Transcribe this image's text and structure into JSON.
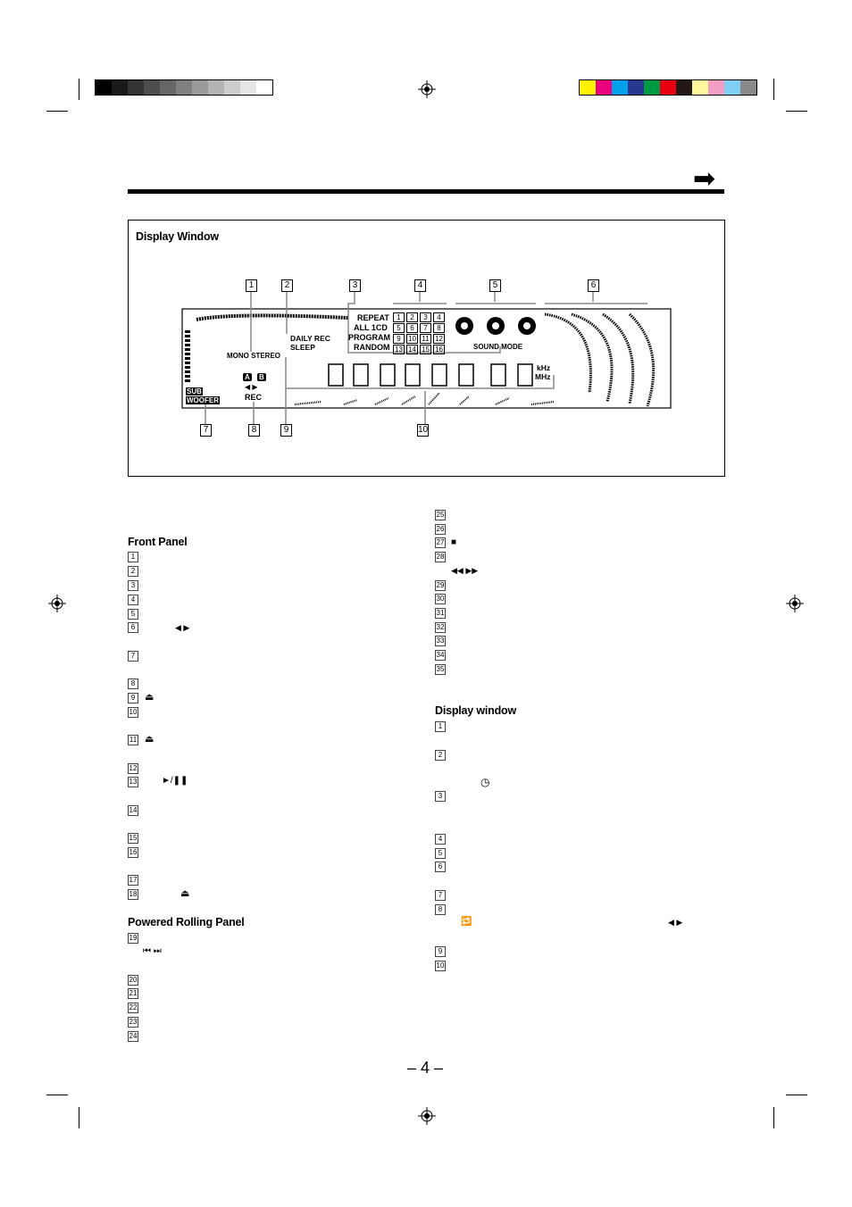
{
  "page_number": "– 4 –",
  "color_bar": [
    "#fff200",
    "#e8007c",
    "#00a0e9",
    "#283890",
    "#009944",
    "#e60012",
    "#231815",
    "#fff799",
    "#f19ec2",
    "#7fcef4",
    "#898989"
  ],
  "gray_bar": [
    "#000000",
    "#1a1a1a",
    "#333333",
    "#4d4d4d",
    "#666666",
    "#808080",
    "#999999",
    "#b3b3b3",
    "#cccccc",
    "#e6e6e6",
    "#ffffff"
  ],
  "display_window": {
    "heading": "Display Window",
    "callouts_top": [
      "1",
      "2",
      "3",
      "4",
      "5",
      "6"
    ],
    "callouts_bottom": [
      "7",
      "8",
      "9",
      "10"
    ],
    "lcd": {
      "mono_stereo": "MONO STEREO",
      "daily_rec": "DAILY REC",
      "sleep": "SLEEP",
      "repeat": "REPEAT",
      "all1cd": "ALL 1CD",
      "program": "PROGRAM",
      "random": "RANDOM",
      "track_numbers": [
        "1",
        "2",
        "3",
        "4",
        "5",
        "6",
        "7",
        "8",
        "9",
        "10",
        "11",
        "12",
        "13",
        "14",
        "15",
        "16"
      ],
      "sound_mode": "SOUND MODE",
      "sub": "SUB",
      "woofer": "WOOFER",
      "rec": "REC",
      "deck_a": "A",
      "deck_b": "B",
      "khz": "kHz",
      "mhz": "MHz"
    }
  },
  "front_panel": {
    "heading": "Front Panel",
    "items": [
      "1",
      "2",
      "3",
      "4",
      "5",
      "6",
      "7",
      "8",
      "9",
      "10",
      "11",
      "12",
      "13",
      "14",
      "15",
      "16",
      "17",
      "18"
    ]
  },
  "powered_rolling_panel": {
    "heading": "Powered Rolling Panel",
    "items": [
      "19",
      "20",
      "21",
      "22",
      "23",
      "24"
    ]
  },
  "right_column": {
    "items": [
      "25",
      "26",
      "27",
      "28",
      "29",
      "30",
      "31",
      "32",
      "33",
      "34",
      "35"
    ]
  },
  "display_window_list": {
    "heading": "Display window",
    "items": [
      "1",
      "2",
      "3",
      "4",
      "5",
      "6",
      "7",
      "8",
      "9",
      "10"
    ]
  },
  "glyphs": {
    "arrow": "➡",
    "left_right": "◀ ▶",
    "eject": "⏏",
    "play_pause": "►/❚❚",
    "skip": "⏮   ⏭",
    "rew_ff": "◀◀   ▶▶",
    "stop": "■",
    "repeat_icon": "🔁",
    "timer_icon": "◷"
  }
}
